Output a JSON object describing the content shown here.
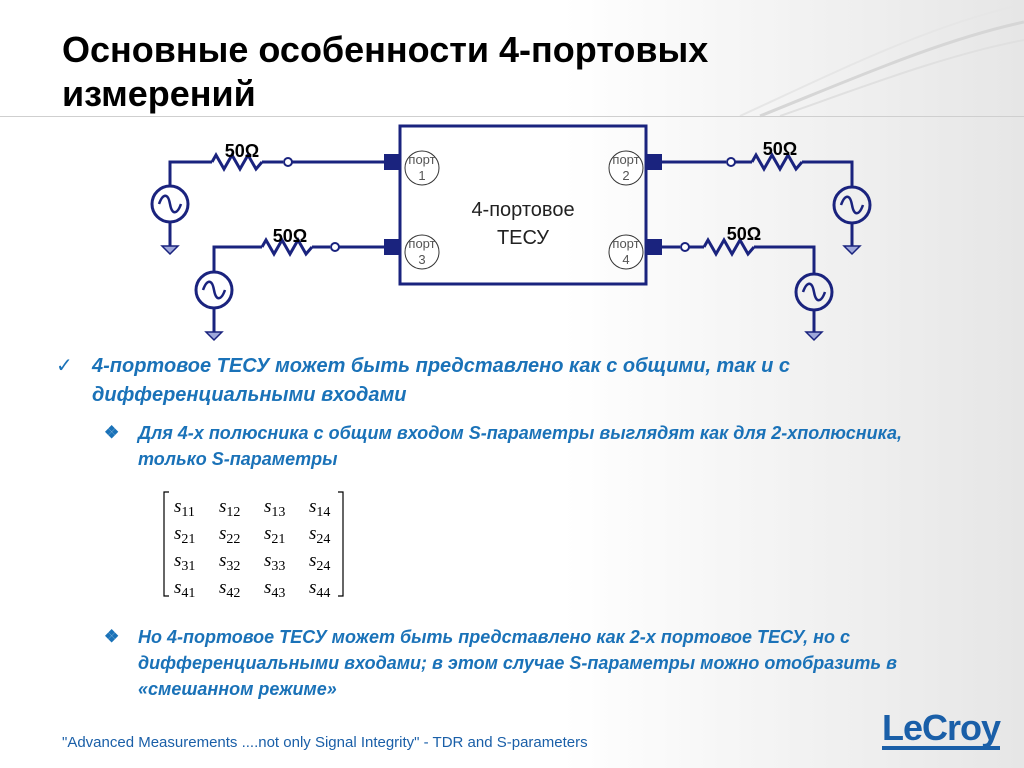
{
  "slide": {
    "title": "Основные особенности 4-портовых измерений",
    "footer": "\"Advanced Measurements ....not only Signal Integrity\" - TDR and S-parameters",
    "logo_text": "LeCroy",
    "accent_color": "#1a72b8",
    "circuit_color": "#1a237e"
  },
  "circuit": {
    "dut_line1": "4-портовое",
    "dut_line2": "ТЕСУ",
    "ports": [
      {
        "word": "порт",
        "num": "1"
      },
      {
        "word": "порт",
        "num": "2"
      },
      {
        "word": "порт",
        "num": "3"
      },
      {
        "word": "порт",
        "num": "4"
      }
    ],
    "resistor_label": "50Ω"
  },
  "bullets": {
    "main": {
      "mark": "✓",
      "text": "4-портовое ТЕСУ может быть представлено как с общими, так и с дифференциальными входами"
    },
    "sub1": {
      "mark": "❖",
      "text": "Для 4-х полюсника с общим входом S-параметры выглядят как для 2-хполюсника, только S-параметры"
    },
    "sub2": {
      "mark": "❖",
      "text": "Но 4-портовое ТЕСУ может быть представлено как 2-х портовое ТЕСУ, но с дифференциальными входами; в этом случае S-параметры можно отобразить в «смешанном режиме»"
    }
  },
  "matrix": {
    "symbol": "s",
    "subs": [
      [
        "11",
        "12",
        "13",
        "14"
      ],
      [
        "21",
        "22",
        "21",
        "24"
      ],
      [
        "31",
        "32",
        "33",
        "24"
      ],
      [
        "41",
        "42",
        "43",
        "44"
      ]
    ]
  }
}
